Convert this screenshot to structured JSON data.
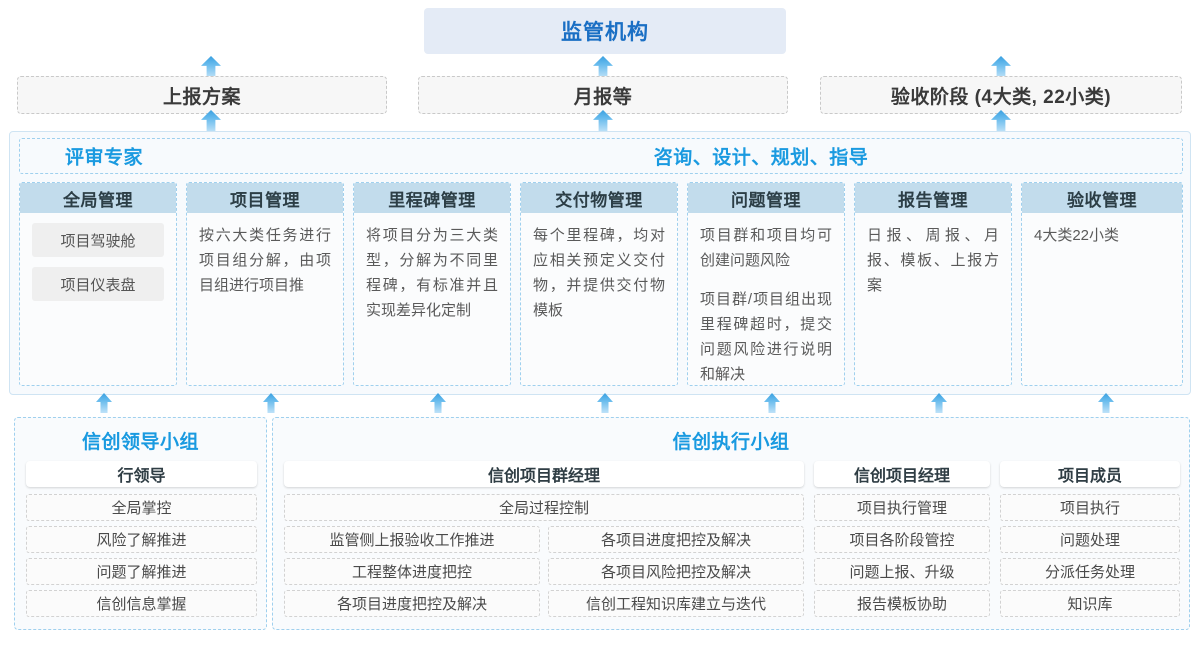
{
  "regulator": {
    "label": "监管机构"
  },
  "reports": [
    {
      "label": "上报方案"
    },
    {
      "label": "月报等"
    },
    {
      "label": "验收阶段 (4大类, 22小类)"
    }
  ],
  "middle": {
    "header_left": "评审专家",
    "header_right": "咨询、设计、规划、指导",
    "columns": [
      {
        "title": "全局管理",
        "pills": [
          "项目驾驶舱",
          "项目仪表盘"
        ],
        "paragraphs": []
      },
      {
        "title": "项目管理",
        "pills": [],
        "paragraphs": [
          "按六大类任务进行项目组分解，由项目组进行项目推"
        ]
      },
      {
        "title": "里程碑管理",
        "pills": [],
        "paragraphs": [
          "将项目分为三大类型，分解为不同里程碑，有标准并且实现差异化定制"
        ]
      },
      {
        "title": "交付物管理",
        "pills": [],
        "paragraphs": [
          "每个里程碑，均对应相关预定义交付物，并提供交付物模板"
        ]
      },
      {
        "title": "问题管理",
        "pills": [],
        "paragraphs": [
          "项目群和项目均可创建问题风险",
          "项目群/项目组出现里程碑超时，提交问题风险进行说明和解决"
        ]
      },
      {
        "title": "报告管理",
        "pills": [],
        "paragraphs": [
          "日报、周报、月报、模板、上报方案"
        ]
      },
      {
        "title": "验收管理",
        "pills": [],
        "paragraphs": [
          "4大类22小类"
        ]
      }
    ]
  },
  "bottom": {
    "leader_group": {
      "title": "信创领导小组",
      "role": "行领导",
      "items": [
        "全局掌控",
        "风险了解推进",
        "问题了解推进",
        "信创信息掌握"
      ]
    },
    "exec_group": {
      "title": "信创执行小组",
      "program_manager": {
        "role": "信创项目群经理",
        "wide_item": "全局过程控制",
        "left_items": [
          "监管侧上报验收工作推进",
          "工程整体进度把控",
          "各项目进度把控及解决"
        ],
        "right_items": [
          "各项目进度把控及解决",
          "各项目风险把控及解决",
          "信创工程知识库建立与迭代"
        ]
      },
      "project_manager": {
        "role": "信创项目经理",
        "items": [
          "项目执行管理",
          "项目各阶段管控",
          "问题上报、升级",
          "报告模板协助"
        ]
      },
      "member": {
        "role": "项目成员",
        "items": [
          "项目执行",
          "问题处理",
          "分派任务处理",
          "知识库"
        ]
      }
    }
  },
  "colors": {
    "accent_blue": "#1a9ae0",
    "title_blue": "#1a6fc4",
    "header_fill": "#c2dcec",
    "regulator_fill": "#e4ebf6"
  }
}
